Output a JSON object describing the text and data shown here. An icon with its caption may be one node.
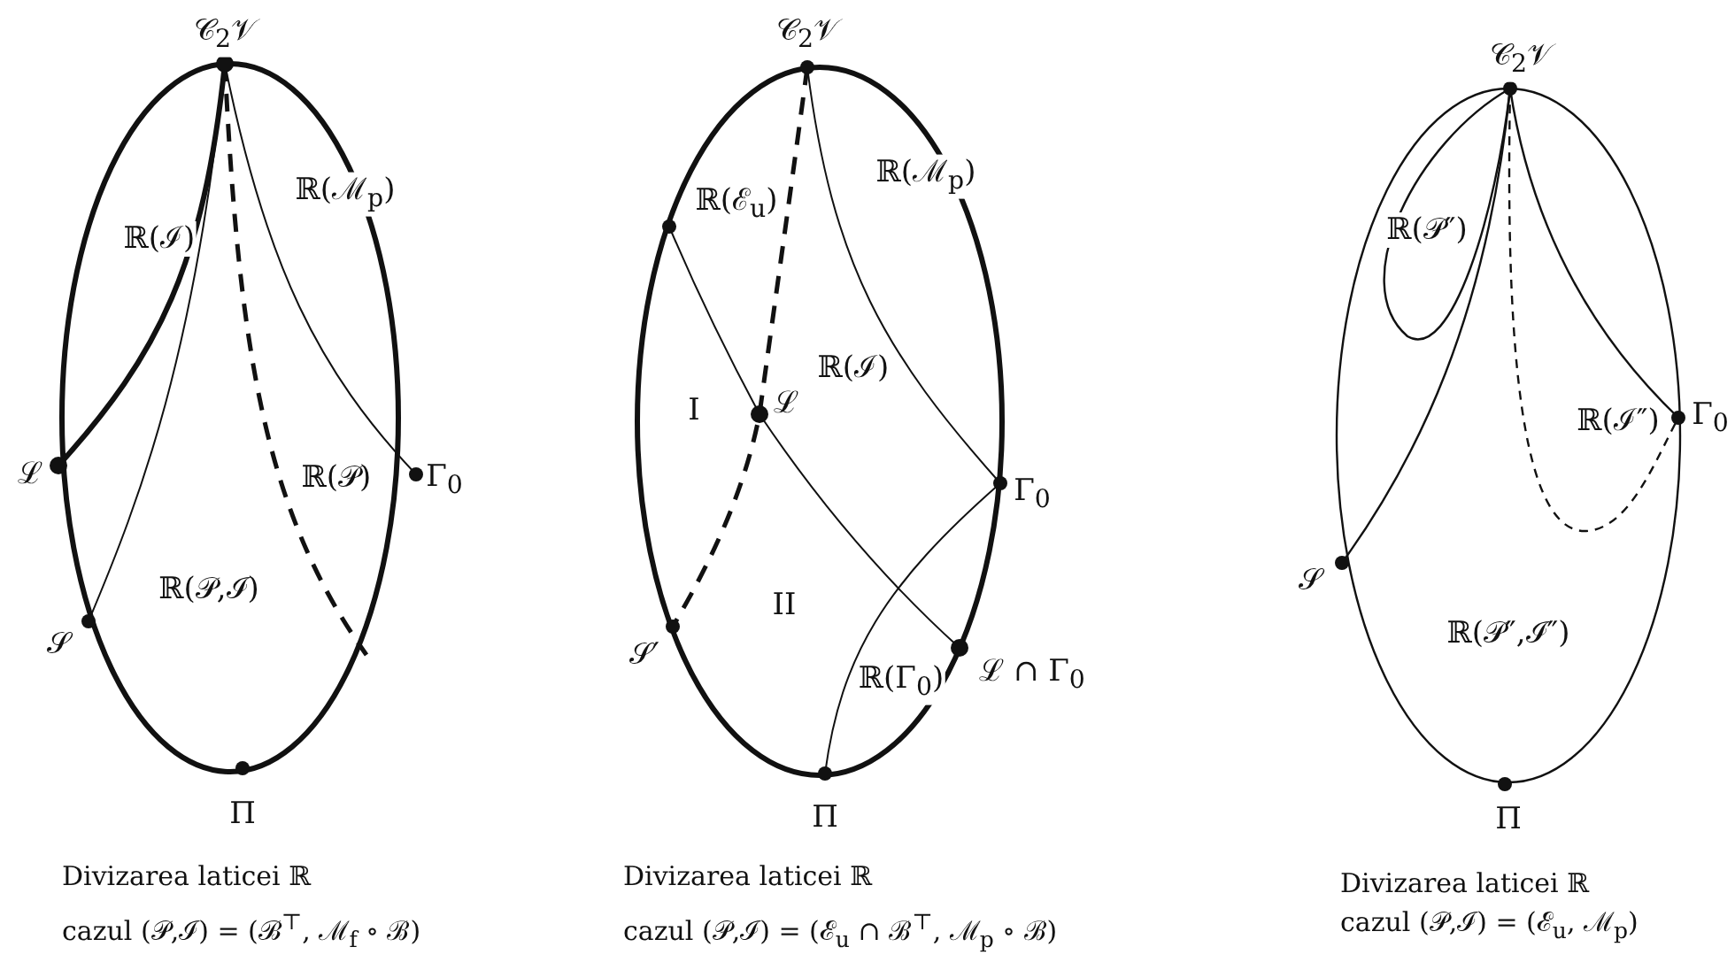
{
  "diagram": {
    "labels": [
      "𝒞$_{2}$𝒱",
      "ℝ(ℐ)",
      "ℝ(ℳ$_{p}$)",
      "ℒ",
      "ℝ(𝒫)",
      "Γ$_{0}$",
      "ℝ(𝒫,ℐ)",
      "𝒮",
      "Π",
      "Divizarea laticei ℝ",
      "cazul (𝒫,ℐ) = (ℬ$^{⊤}$, ℳ$_{f}$ ∘ ℬ)",
      "𝒞$_{2}$𝒱",
      "ℝ(ℰ$_{u}$)",
      "ℝ(ℳ$_{p}$)",
      "ℝ(ℐ)",
      "I",
      "ℒ",
      "Γ$_{0}$",
      "II",
      "𝒮′",
      "ℝ(Γ$_{0}$)",
      "ℒ ∩ Γ$_{0}$",
      "Π",
      "Divizarea laticei ℝ",
      "cazul (𝒫,ℐ) = (ℰ$_{u}$ ∩ ℬ$^{⊤}$, ℳ$_{p}$ ∘ ℬ)",
      "𝒞$_{2}$𝒱",
      "ℝ(𝒫″)",
      "ℝ(ℐ″)",
      "Γ$_{0}$",
      "𝒮",
      "ℝ(𝒫″,ℐ″)",
      "Π",
      "Divizarea laticei ℝ",
      "cazul (𝒫,ℐ) = (ℰ$_{u}$, ℳ$_{p}$)"
    ]
  }
}
